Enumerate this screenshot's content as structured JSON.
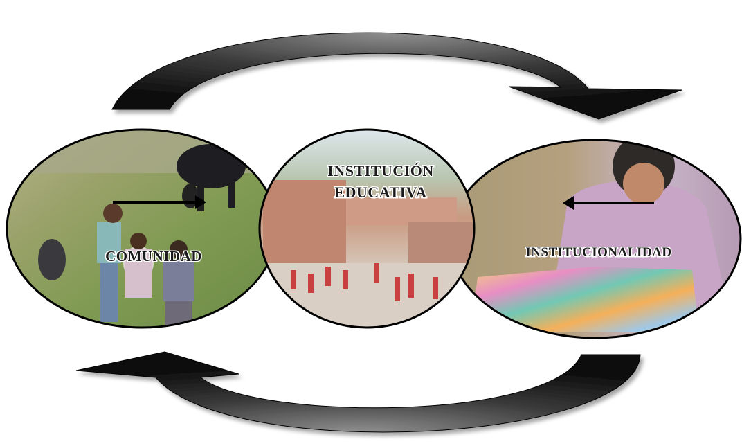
{
  "nodes": {
    "comunidad": {
      "label": "COMUNIDAD"
    },
    "institucion": {
      "line1": "INSTITUCIÓN",
      "line2": "EDUCATIVA"
    },
    "institucionalidad": {
      "label": "INSTITUCIONALIDAD"
    }
  },
  "colors": {
    "arrow_dark": "#1e1e1e",
    "arrow_light": "#8c8c8c",
    "ellipse_border": "#000000",
    "label_text": "#1a1a1a"
  },
  "icons": [
    "curved-arrow-top",
    "curved-arrow-bottom",
    "arrow-right",
    "arrow-left"
  ]
}
